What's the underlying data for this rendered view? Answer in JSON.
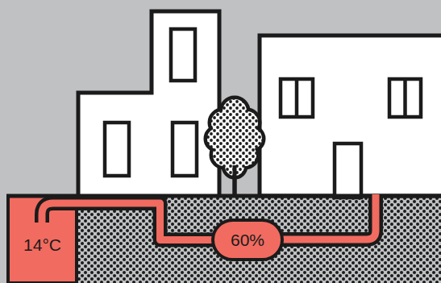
{
  "diagram": {
    "nodes": [
      {
        "text": [
          "14°C"
        ]
      },
      {
        "text": [
          "60%"
        ]
      }
    ],
    "edges": [
      {
        "from": 0,
        "to": 1,
        "arrow": "none"
      }
    ]
  }
}
